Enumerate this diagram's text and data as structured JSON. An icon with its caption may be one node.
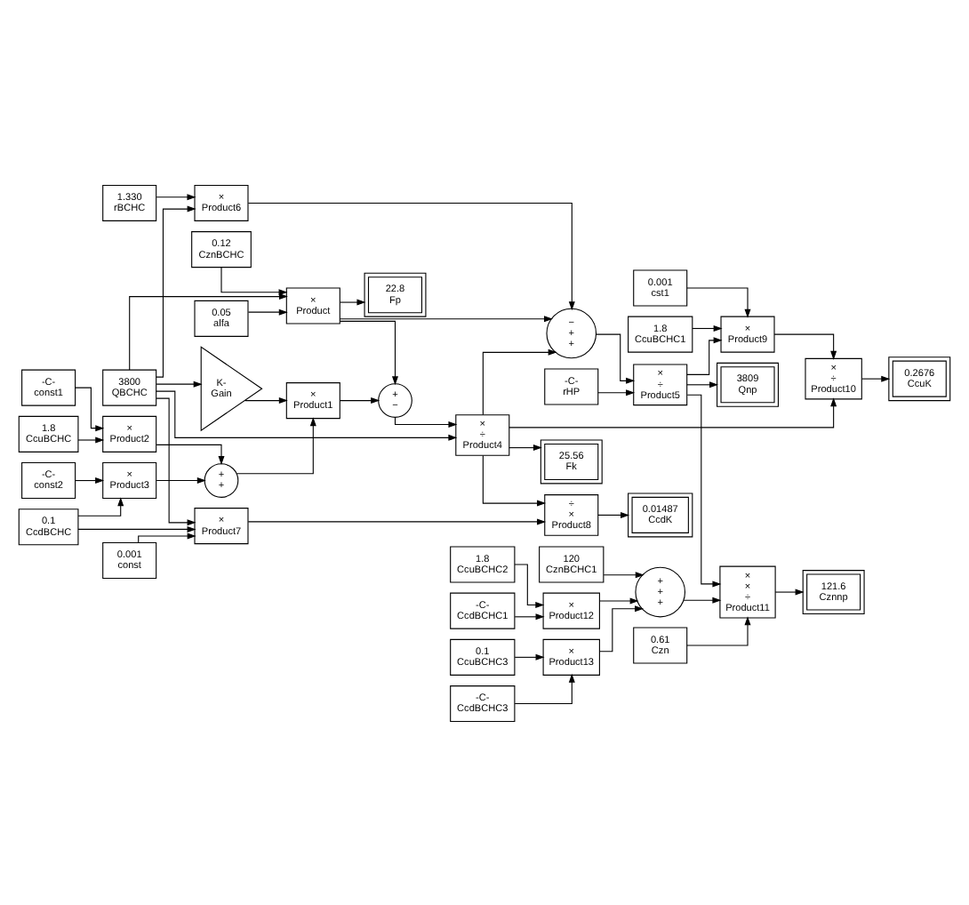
{
  "diagram": {
    "nodes": [
      {
        "text": [
          "0.05",
          "alfa"
        ]
      },
      {
        "text": [
          "0.12",
          "CznBCHC"
        ]
      },
      {
        "text": [
          "3800",
          "QBCHC"
        ]
      },
      {
        "text": [
          "×",
          "Product"
        ]
      },
      {
        "text": [
          "K-",
          "Gain"
        ]
      },
      {
        "text": [
          "×",
          "Product1"
        ]
      },
      {
        "text": [
          "+",
          "−"
        ]
      },
      {
        "text": [
          "×",
          "÷",
          "Product4"
        ]
      },
      {
        "text": [
          "22.8",
          "Fp"
        ]
      },
      {
        "text": [
          "25.56",
          "Fk"
        ]
      },
      {
        "text": [
          "-C-",
          "const1"
        ]
      },
      {
        "text": [
          "1.8",
          "CcuBCHC"
        ]
      },
      {
        "text": [
          "×",
          "Product2"
        ]
      },
      {
        "text": [
          "+",
          "+"
        ]
      },
      {
        "text": [
          "0.61",
          "Czn"
        ]
      },
      {
        "text": [
          "1.330",
          "rBCHC"
        ]
      },
      {
        "text": [
          "×",
          "Product6"
        ]
      },
      {
        "text": [
          "−",
          "+",
          "+"
        ]
      },
      {
        "text": [
          "-C-",
          "rHP"
        ]
      },
      {
        "text": [
          "×",
          "÷",
          "Product5"
        ]
      },
      {
        "text": [
          "3809",
          "Qnp"
        ]
      },
      {
        "text": [
          "-C-",
          "const2"
        ]
      },
      {
        "text": [
          "0.1",
          "CcdBCHC"
        ]
      },
      {
        "text": [
          "×",
          "Product3"
        ]
      },
      {
        "text": [
          "0.001",
          "const"
        ]
      },
      {
        "text": [
          "×",
          "Product7"
        ]
      },
      {
        "text": [
          "÷",
          "×",
          "Product8"
        ]
      },
      {
        "text": [
          "0.01487",
          "CcdK"
        ]
      },
      {
        "text": [
          "120",
          "CznBCHC1"
        ]
      },
      {
        "text": [
          "1.8",
          "CcuBCHC2"
        ]
      },
      {
        "text": [
          "-C-",
          "CcdBCHC1"
        ]
      },
      {
        "text": [
          "×",
          "Product12"
        ]
      },
      {
        "text": [
          "+",
          "+",
          "+"
        ]
      },
      {
        "text": [
          "1.8",
          "CcuBCHC1"
        ]
      },
      {
        "text": [
          "0.001",
          "cst1"
        ]
      },
      {
        "text": [
          "×",
          "Product9"
        ]
      },
      {
        "text": [
          "×",
          "÷",
          "Product10"
        ]
      },
      {
        "text": [
          "0.2676",
          "CcuK"
        ]
      },
      {
        "text": [
          "×",
          "×",
          "÷",
          "Product11"
        ]
      },
      {
        "text": [
          "121.6",
          "Cznnp"
        ]
      },
      {
        "text": [
          "0.1",
          "CcuBCHC3"
        ]
      },
      {
        "text": [
          "-C-",
          "CcdBCHC3"
        ]
      },
      {
        "text": [
          "×",
          "Product13"
        ]
      }
    ],
    "edges": [
      {
        "from": 0,
        "to": 3,
        "arrow": "to"
      },
      {
        "from": 1,
        "to": 3,
        "arrow": "to"
      },
      {
        "from": 2,
        "to": 3,
        "arrow": "to"
      },
      {
        "from": 2,
        "to": 4,
        "arrow": "to"
      },
      {
        "from": 4,
        "to": 5,
        "arrow": "to"
      },
      {
        "from": 13,
        "to": 5,
        "arrow": "to"
      },
      {
        "from": 3,
        "to": 6,
        "arrow": "to"
      },
      {
        "from": 5,
        "to": 6,
        "arrow": "to"
      },
      {
        "from": 3,
        "to": 8,
        "arrow": "to"
      },
      {
        "from": 6,
        "to": 7,
        "arrow": "to"
      },
      {
        "from": 2,
        "to": 7,
        "arrow": "to"
      },
      {
        "from": 7,
        "to": 9,
        "arrow": "to"
      },
      {
        "from": 7,
        "to": 17,
        "arrow": "to"
      },
      {
        "from": 3,
        "to": 17,
        "arrow": "to"
      },
      {
        "from": 10,
        "to": 12,
        "arrow": "to"
      },
      {
        "from": 11,
        "to": 12,
        "arrow": "to"
      },
      {
        "from": 12,
        "to": 13,
        "arrow": "to"
      },
      {
        "from": 23,
        "to": 13,
        "arrow": "to"
      },
      {
        "from": 21,
        "to": 23,
        "arrow": "to"
      },
      {
        "from": 22,
        "to": 23,
        "arrow": "to"
      },
      {
        "from": 2,
        "to": 16,
        "arrow": "to"
      },
      {
        "from": 15,
        "to": 16,
        "arrow": "to"
      },
      {
        "from": 16,
        "to": 17,
        "arrow": "to"
      },
      {
        "from": 17,
        "to": 19,
        "arrow": "to"
      },
      {
        "from": 18,
        "to": 19,
        "arrow": "to"
      },
      {
        "from": 19,
        "to": 20,
        "arrow": "to"
      },
      {
        "from": 2,
        "to": 25,
        "arrow": "to"
      },
      {
        "from": 22,
        "to": 25,
        "arrow": "to"
      },
      {
        "from": 24,
        "to": 25,
        "arrow": "to"
      },
      {
        "from": 7,
        "to": 26,
        "arrow": "to"
      },
      {
        "from": 25,
        "to": 26,
        "arrow": "to"
      },
      {
        "from": 26,
        "to": 27,
        "arrow": "to"
      },
      {
        "from": 19,
        "to": 35,
        "arrow": "to"
      },
      {
        "from": 33,
        "to": 35,
        "arrow": "to"
      },
      {
        "from": 34,
        "to": 35,
        "arrow": "to"
      },
      {
        "from": 35,
        "to": 36,
        "arrow": "to"
      },
      {
        "from": 7,
        "to": 36,
        "arrow": "to"
      },
      {
        "from": 36,
        "to": 37,
        "arrow": "to"
      },
      {
        "from": 14,
        "to": 38,
        "arrow": "to"
      },
      {
        "from": 32,
        "to": 38,
        "arrow": "to"
      },
      {
        "from": 19,
        "to": 38,
        "arrow": "to"
      },
      {
        "from": 38,
        "to": 39,
        "arrow": "to"
      },
      {
        "from": 28,
        "to": 32,
        "arrow": "to"
      },
      {
        "from": 31,
        "to": 32,
        "arrow": "to"
      },
      {
        "from": 42,
        "to": 32,
        "arrow": "to"
      },
      {
        "from": 29,
        "to": 31,
        "arrow": "to"
      },
      {
        "from": 30,
        "to": 31,
        "arrow": "to"
      },
      {
        "from": 40,
        "to": 42,
        "arrow": "to"
      },
      {
        "from": 41,
        "to": 42,
        "arrow": "to"
      }
    ]
  }
}
